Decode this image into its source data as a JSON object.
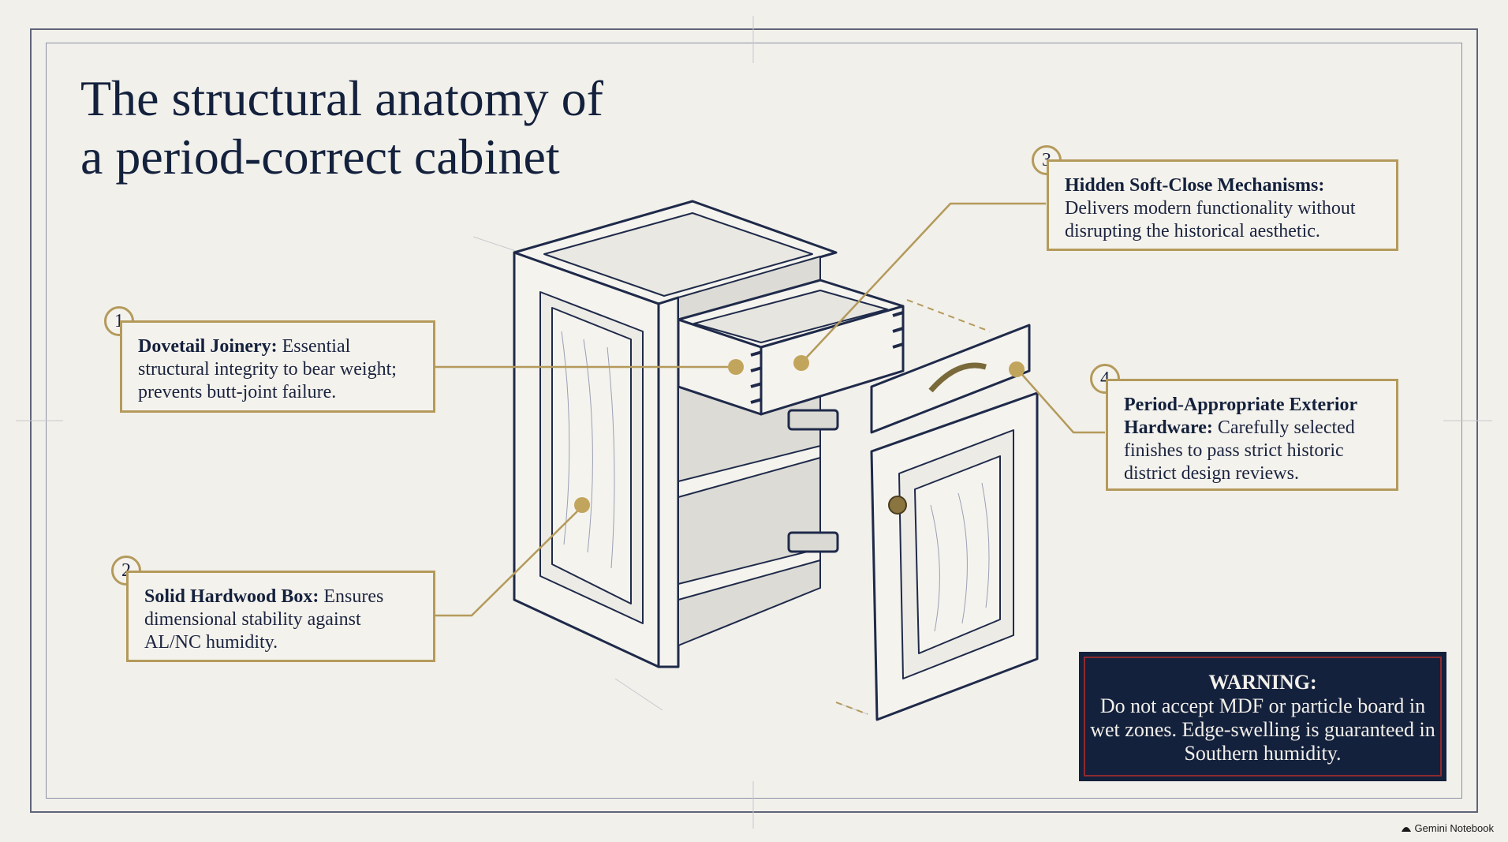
{
  "title": {
    "line1": "The structural anatomy of",
    "line2": "a period-correct cabinet"
  },
  "callouts": [
    {
      "number": "1",
      "heading": "Dovetail Joinery:",
      "text": "Essential structural integrity to bear weight; prevents butt-joint failure."
    },
    {
      "number": "2",
      "heading": "Solid Hardwood Box:",
      "text": "Ensures dimensional stability against AL/NC humidity."
    },
    {
      "number": "3",
      "heading": "Hidden Soft-Close Mechanisms:",
      "text": "Delivers modern functionality without disrupting the historical aesthetic."
    },
    {
      "number": "4",
      "heading": "Period-Appropriate Exterior Hardware:",
      "text": "Carefully selected finishes to pass strict historic district design reviews."
    }
  ],
  "warning": {
    "title": "WARNING:",
    "text": "Do not accept MDF or particle board in wet zones. Edge-swelling is guaranteed in Southern humidity."
  },
  "brand": {
    "label": "Gemini Notebook"
  },
  "colors": {
    "navy": "#14213d",
    "gold": "#b49a5b",
    "paper": "#f1f0eb",
    "warning_border": "#8c2a2f"
  }
}
